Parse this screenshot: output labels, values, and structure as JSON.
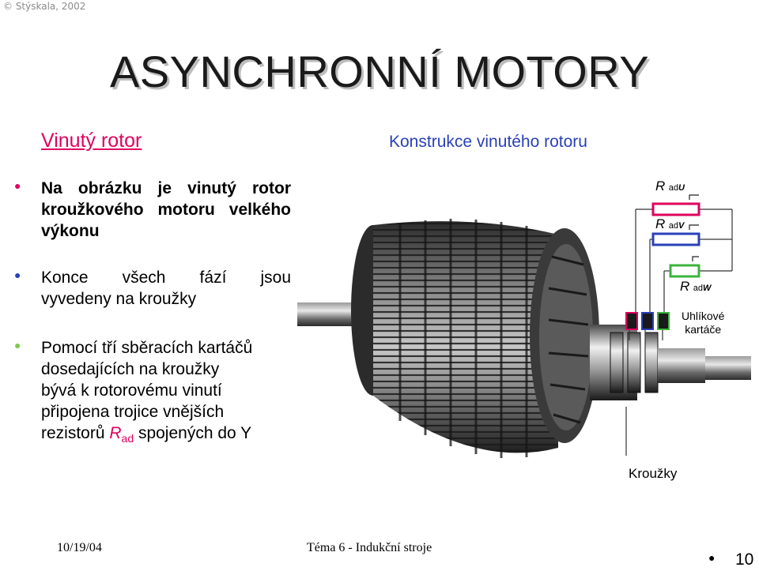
{
  "copyright": "© Stýskala, 2002",
  "title": "ASYNCHRONNÍ  MOTORY",
  "subtitle": "Vinutý rotor",
  "figure_caption": "Konstrukce vinutého rotoru",
  "bullets": [
    {
      "lines": [
        "Na obrázku je vinutý rotor",
        "kroužkového motoru velkého",
        "výkonu"
      ],
      "bullet_color": "#e0005e"
    },
    {
      "lines": [
        "Konce všech fází jsou",
        "vyvedeny na kroužky"
      ],
      "bullet_color": "#2a40b8"
    },
    {
      "lines": [
        "Pomocí tří sběracích kartáčů",
        "dosedajících na kroužky",
        "bývá k rotorovému vinutí",
        "připojena trojice vnějších"
      ],
      "last_prefix": "rezistorů ",
      "last_symbol": "R",
      "last_sub": "ad",
      "last_suffix": " spojených do Y",
      "bullet_color": "#7ec84a"
    }
  ],
  "figure_labels": {
    "r_symbol": "R",
    "r_sub_prefix": "ad",
    "resistors": [
      "U",
      "V",
      "W"
    ],
    "brushes_line1": "Uhlíkové",
    "brushes_line2": "kartáče",
    "rings": "Kroužky"
  },
  "colors": {
    "resistor_u": "#e0005e",
    "resistor_v": "#2a40b8",
    "resistor_w": "#3cb43c"
  },
  "footer": {
    "date": "10/19/04",
    "topic": "Téma 6 - Indukční stroje",
    "page": "10"
  }
}
